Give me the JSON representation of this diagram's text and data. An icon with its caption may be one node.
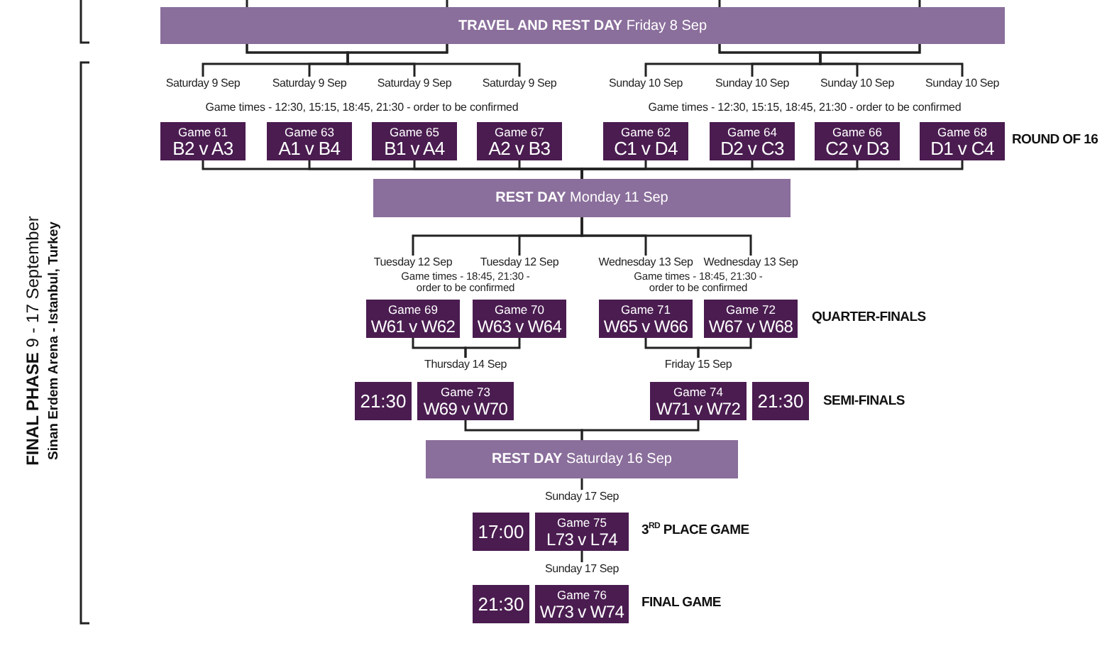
{
  "diagram": {
    "nodes": [
      {
        "text": [
          "**TRAVEL AND REST DAY** Friday 8 Sep"
        ]
      },
      {
        "text": [
          "Game 61",
          "B2 v A3"
        ],
        "beside": [
          "Saturday 9 Sep"
        ]
      },
      {
        "text": [
          "Game 63",
          "A1 v B4"
        ],
        "beside": [
          "Saturday 9 Sep"
        ]
      },
      {
        "text": [
          "Game 65",
          "B1 v A4"
        ],
        "beside": [
          "Saturday 9 Sep"
        ]
      },
      {
        "text": [
          "Game 67",
          "A2 v B3"
        ],
        "beside": [
          "Saturday 9 Sep"
        ]
      },
      {
        "text": [
          "Game 62",
          "C1 v D4"
        ],
        "beside": [
          "Sunday 10 Sep"
        ]
      },
      {
        "text": [
          "Game 64",
          "D2 v C3"
        ],
        "beside": [
          "Sunday 10 Sep"
        ]
      },
      {
        "text": [
          "Game 66",
          "C2 v D3"
        ],
        "beside": [
          "Sunday 10 Sep"
        ]
      },
      {
        "text": [
          "Game 68",
          "D1 v C4"
        ],
        "beside": [
          "Sunday 10 Sep"
        ]
      },
      {
        "text": [
          "**REST DAY** Monday 11 Sep"
        ]
      },
      {
        "text": [
          "Game 69",
          "W61 v W62"
        ],
        "beside": [
          "Tuesday 12 Sep"
        ]
      },
      {
        "text": [
          "Game 70",
          "W63 v W64"
        ],
        "beside": [
          "Tuesday 12 Sep"
        ]
      },
      {
        "text": [
          "Game 71",
          "W65 v W66"
        ],
        "beside": [
          "Wednesday 13 Sep"
        ]
      },
      {
        "text": [
          "Game 72",
          "W67 v W68"
        ],
        "beside": [
          "Wednesday 13 Sep"
        ]
      },
      {
        "text": [
          "21:30"
        ]
      },
      {
        "text": [
          "Game 73",
          "W69 v W70"
        ],
        "beside": [
          "Thursday 14 Sep"
        ]
      },
      {
        "text": [
          "Game 74",
          "W71 v W72"
        ],
        "beside": [
          "Friday 15 Sep"
        ]
      },
      {
        "text": [
          "21:30"
        ]
      },
      {
        "text": [
          "**REST DAY** Saturday 16 Sep"
        ]
      },
      {
        "text": [
          "17:00"
        ]
      },
      {
        "text": [
          "Game 75",
          "L73 v L74"
        ],
        "beside": [
          "Sunday 17 Sep"
        ]
      },
      {
        "text": [
          "21:30"
        ]
      },
      {
        "text": [
          "Game 76",
          "W73 v W74"
        ],
        "beside": [
          "Sunday 17 Sep"
        ]
      }
    ],
    "edges": [
      {
        "from": null,
        "to": 0,
        "arrow": "none"
      },
      {
        "from": null,
        "to": 0,
        "arrow": "none"
      },
      {
        "from": null,
        "to": 0,
        "arrow": "none"
      },
      {
        "from": null,
        "to": 0,
        "arrow": "none"
      },
      {
        "from": 0,
        "to": 1,
        "arrow": "none"
      },
      {
        "from": 0,
        "to": 2,
        "arrow": "none"
      },
      {
        "from": 0,
        "to": 3,
        "arrow": "none"
      },
      {
        "from": 0,
        "to": 4,
        "arrow": "none"
      },
      {
        "from": 0,
        "to": 5,
        "arrow": "none"
      },
      {
        "from": 0,
        "to": 6,
        "arrow": "none"
      },
      {
        "from": 0,
        "to": 7,
        "arrow": "none"
      },
      {
        "from": 0,
        "to": 8,
        "arrow": "none"
      },
      {
        "from": 1,
        "to": 9,
        "arrow": "none"
      },
      {
        "from": 2,
        "to": 9,
        "arrow": "none"
      },
      {
        "from": 3,
        "to": 9,
        "arrow": "none"
      },
      {
        "from": 4,
        "to": 9,
        "arrow": "none"
      },
      {
        "from": 5,
        "to": 9,
        "arrow": "none"
      },
      {
        "from": 6,
        "to": 9,
        "arrow": "none"
      },
      {
        "from": 7,
        "to": 9,
        "arrow": "none"
      },
      {
        "from": 8,
        "to": 9,
        "arrow": "none"
      },
      {
        "from": 9,
        "to": 10,
        "arrow": "none"
      },
      {
        "from": 9,
        "to": 11,
        "arrow": "none"
      },
      {
        "from": 9,
        "to": 12,
        "arrow": "none"
      },
      {
        "from": 9,
        "to": 13,
        "arrow": "none"
      },
      {
        "from": 10,
        "to": 15,
        "arrow": "none"
      },
      {
        "from": 11,
        "to": 15,
        "arrow": "none"
      },
      {
        "from": 12,
        "to": 16,
        "arrow": "none"
      },
      {
        "from": 13,
        "to": 16,
        "arrow": "none"
      },
      {
        "from": 15,
        "to": 18,
        "arrow": "none"
      },
      {
        "from": 16,
        "to": 18,
        "arrow": "none"
      },
      {
        "from": 18,
        "to": 20,
        "arrow": "none"
      },
      {
        "from": 20,
        "to": 22,
        "arrow": "none"
      }
    ],
    "labels": [
      "**FINAL PHASE** 9 - 17 September",
      "Sinan Erdem Arena - Istanbul, Turkey",
      "Game times - 12:30, 15:15, 18:45, 21:30 - order to be confirmed",
      "Game times - 12:30, 15:15, 18:45, 21:30 - order to be confirmed",
      "ROUND OF 16",
      "Game times - 18:45, 21:30 - order to be confirmed",
      "Game times - 18:45, 21:30 - order to be confirmed",
      "QUARTER-FINALS",
      "SEMI-FINALS",
      "3$^{RD}$ PLACE GAME",
      "FINAL GAME"
    ]
  }
}
